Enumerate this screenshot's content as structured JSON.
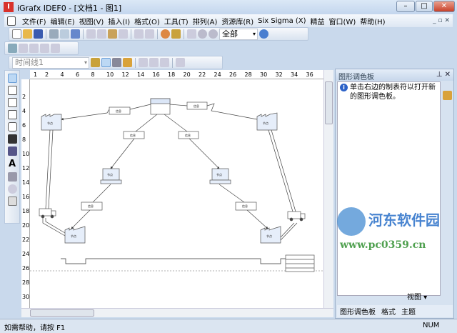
{
  "window": {
    "title": "iGrafx IDEF0 - [文档1 - 图1]",
    "app_icon": "igrafx-logo"
  },
  "menu": [
    "文件(F)",
    "编辑(E)",
    "视图(V)",
    "插入(I)",
    "格式(O)",
    "工具(T)",
    "排列(A)",
    "资源库(R)",
    "Six Sigma (X)",
    "精益",
    "窗口(W)",
    "帮助(H)"
  ],
  "toolbar": {
    "scope_combo": "全部",
    "timeline_combo": "时间线1"
  },
  "ruler": {
    "h": [
      "1",
      "2",
      "4",
      "6",
      "8",
      "10",
      "12",
      "14",
      "16",
      "18",
      "20",
      "22",
      "24",
      "26",
      "28",
      "30",
      "32",
      "34",
      "36"
    ],
    "v": [
      "2",
      "4",
      "6",
      "8",
      "10",
      "12",
      "14",
      "16",
      "18",
      "20",
      "22",
      "24",
      "26",
      "28",
      "30"
    ]
  },
  "diagram": {
    "label": "信息",
    "node_label": "节点"
  },
  "panel": {
    "title": "图形调色板",
    "message": "单击右边的制表符以打开新的图形调色板。",
    "view_label": "视图",
    "tabs": [
      "图形调色板",
      "格式",
      "主题"
    ]
  },
  "status": {
    "left": "如需帮助，请按 F1",
    "num": "NUM"
  },
  "watermark": {
    "text": "河东软件园",
    "url": "www.pc0359.cn"
  }
}
